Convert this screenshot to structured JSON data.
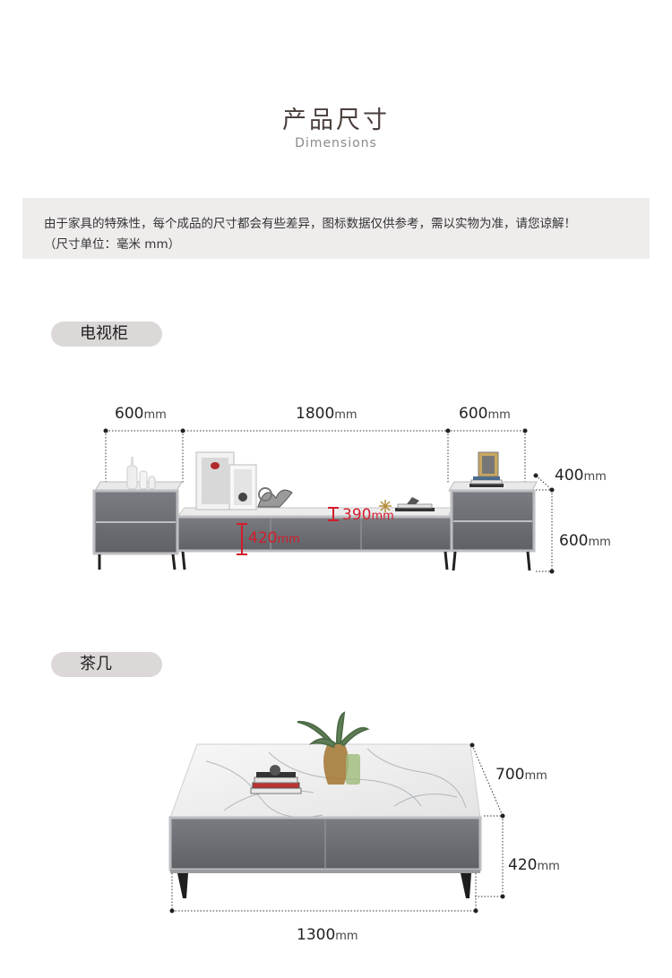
{
  "header": {
    "title": "产品尺寸",
    "subtitle": "Dimensions"
  },
  "notice": {
    "line1": "由于家具的特殊性，每个成品的尺寸都会有些差异，图标数据仅供参考，需以实物为准，请您谅解！",
    "line2": "（尺寸单位：毫米 mm）"
  },
  "tv_cabinet": {
    "label": "电视柜",
    "unit": "mm",
    "width_side_left": "600",
    "width_center": "1800",
    "width_side_right": "600",
    "depth_side": "400",
    "height_side": "600",
    "height_center": "420",
    "height_drawer": "390"
  },
  "coffee_table": {
    "label": "茶几",
    "unit": "mm",
    "depth": "700",
    "height": "420",
    "width": "1300"
  },
  "colors": {
    "cabinet_gray": "#6e7075",
    "cabinet_frame": "#b9bbbf",
    "marble_top": "#f2f2f2",
    "dim_red": "#d21d2b",
    "pill_bg": "#dcd8d8",
    "notice_bg": "#efecec"
  }
}
